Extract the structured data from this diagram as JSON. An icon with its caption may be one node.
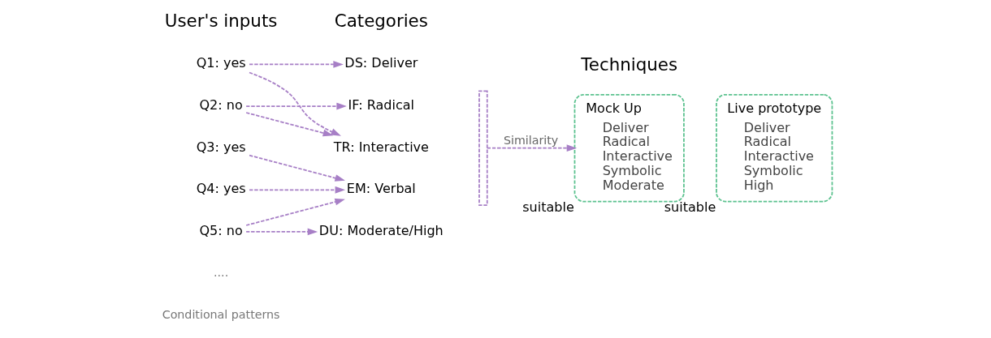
{
  "diagram": {
    "nodes": [
      {
        "text": [
          "Q1: yes"
        ]
      },
      {
        "text": [
          "Q2: no"
        ]
      },
      {
        "text": [
          "Q3: yes"
        ]
      },
      {
        "text": [
          "Q4: yes"
        ]
      },
      {
        "text": [
          "Q5: no"
        ]
      },
      {
        "text": [
          "DS: Deliver"
        ]
      },
      {
        "text": [
          "IF: Radical"
        ]
      },
      {
        "text": [
          "TR: Interactive"
        ]
      },
      {
        "text": [
          "EM: Verbal"
        ]
      },
      {
        "text": [
          "DU: Moderate/High"
        ]
      },
      {
        "text": [],
        "shape": "bar"
      },
      {
        "text": [
          "Mock Up",
          "Deliver Radical Interactive Symbolic Moderate"
        ],
        "beside": [
          "suitable"
        ]
      },
      {
        "text": [
          "Live prototype",
          "Deliver Radical Interactive Symbolic High"
        ],
        "beside": [
          "suitable"
        ]
      }
    ],
    "edges": [
      {
        "from": 0,
        "to": 5,
        "arrow": "to",
        "style": "dashed"
      },
      {
        "from": 0,
        "to": 7,
        "arrow": "to",
        "style": "dashed"
      },
      {
        "from": 1,
        "to": 6,
        "arrow": "to",
        "style": "dashed"
      },
      {
        "from": 1,
        "to": 7,
        "arrow": "to",
        "style": "dashed"
      },
      {
        "from": 2,
        "to": 8,
        "arrow": "to",
        "style": "dashed"
      },
      {
        "from": 3,
        "to": 8,
        "arrow": "to",
        "style": "dashed"
      },
      {
        "from": 4,
        "to": 8,
        "arrow": "to",
        "style": "dashed"
      },
      {
        "from": 4,
        "to": 9,
        "arrow": "to",
        "style": "dashed"
      },
      {
        "from": 10,
        "to": 11,
        "arrow": "to",
        "style": "dashed",
        "label": "Similarity"
      }
    ],
    "labels": [
      "User's inputs",
      "Categories",
      "Techniques",
      "....",
      "Conditional patterns"
    ]
  }
}
